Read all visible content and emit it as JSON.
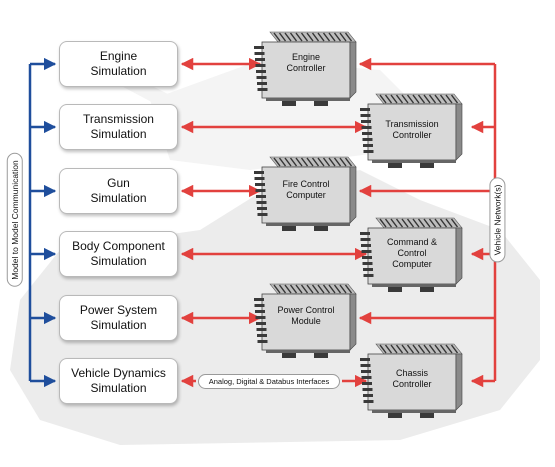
{
  "labels": {
    "model_comm": "Model to Model Communication",
    "vehicle_network": "Vehicle Network(s)",
    "interfaces": "Analog, Digital & Databus Interfaces"
  },
  "simulations": [
    {
      "label": "Engine\nSimulation"
    },
    {
      "label": "Transmission\nSimulation"
    },
    {
      "label": "Gun\nSimulation"
    },
    {
      "label": "Body Component\nSimulation"
    },
    {
      "label": "Power System\nSimulation"
    },
    {
      "label": "Vehicle Dynamics\nSimulation"
    }
  ],
  "controllers": [
    {
      "label": "Engine\nController"
    },
    {
      "label": "Transmission\nController"
    },
    {
      "label": "Fire Control\nComputer"
    },
    {
      "label": "Command &\nControl\nComputer"
    },
    {
      "label": "Power Control\nModule"
    },
    {
      "label": "Chassis\nController"
    }
  ],
  "colors": {
    "blue_arrow": "#1f4e9c",
    "red_arrow": "#e2413e",
    "ecu_body": "#3a3a3a",
    "ecu_face": "#d9d9d9"
  }
}
